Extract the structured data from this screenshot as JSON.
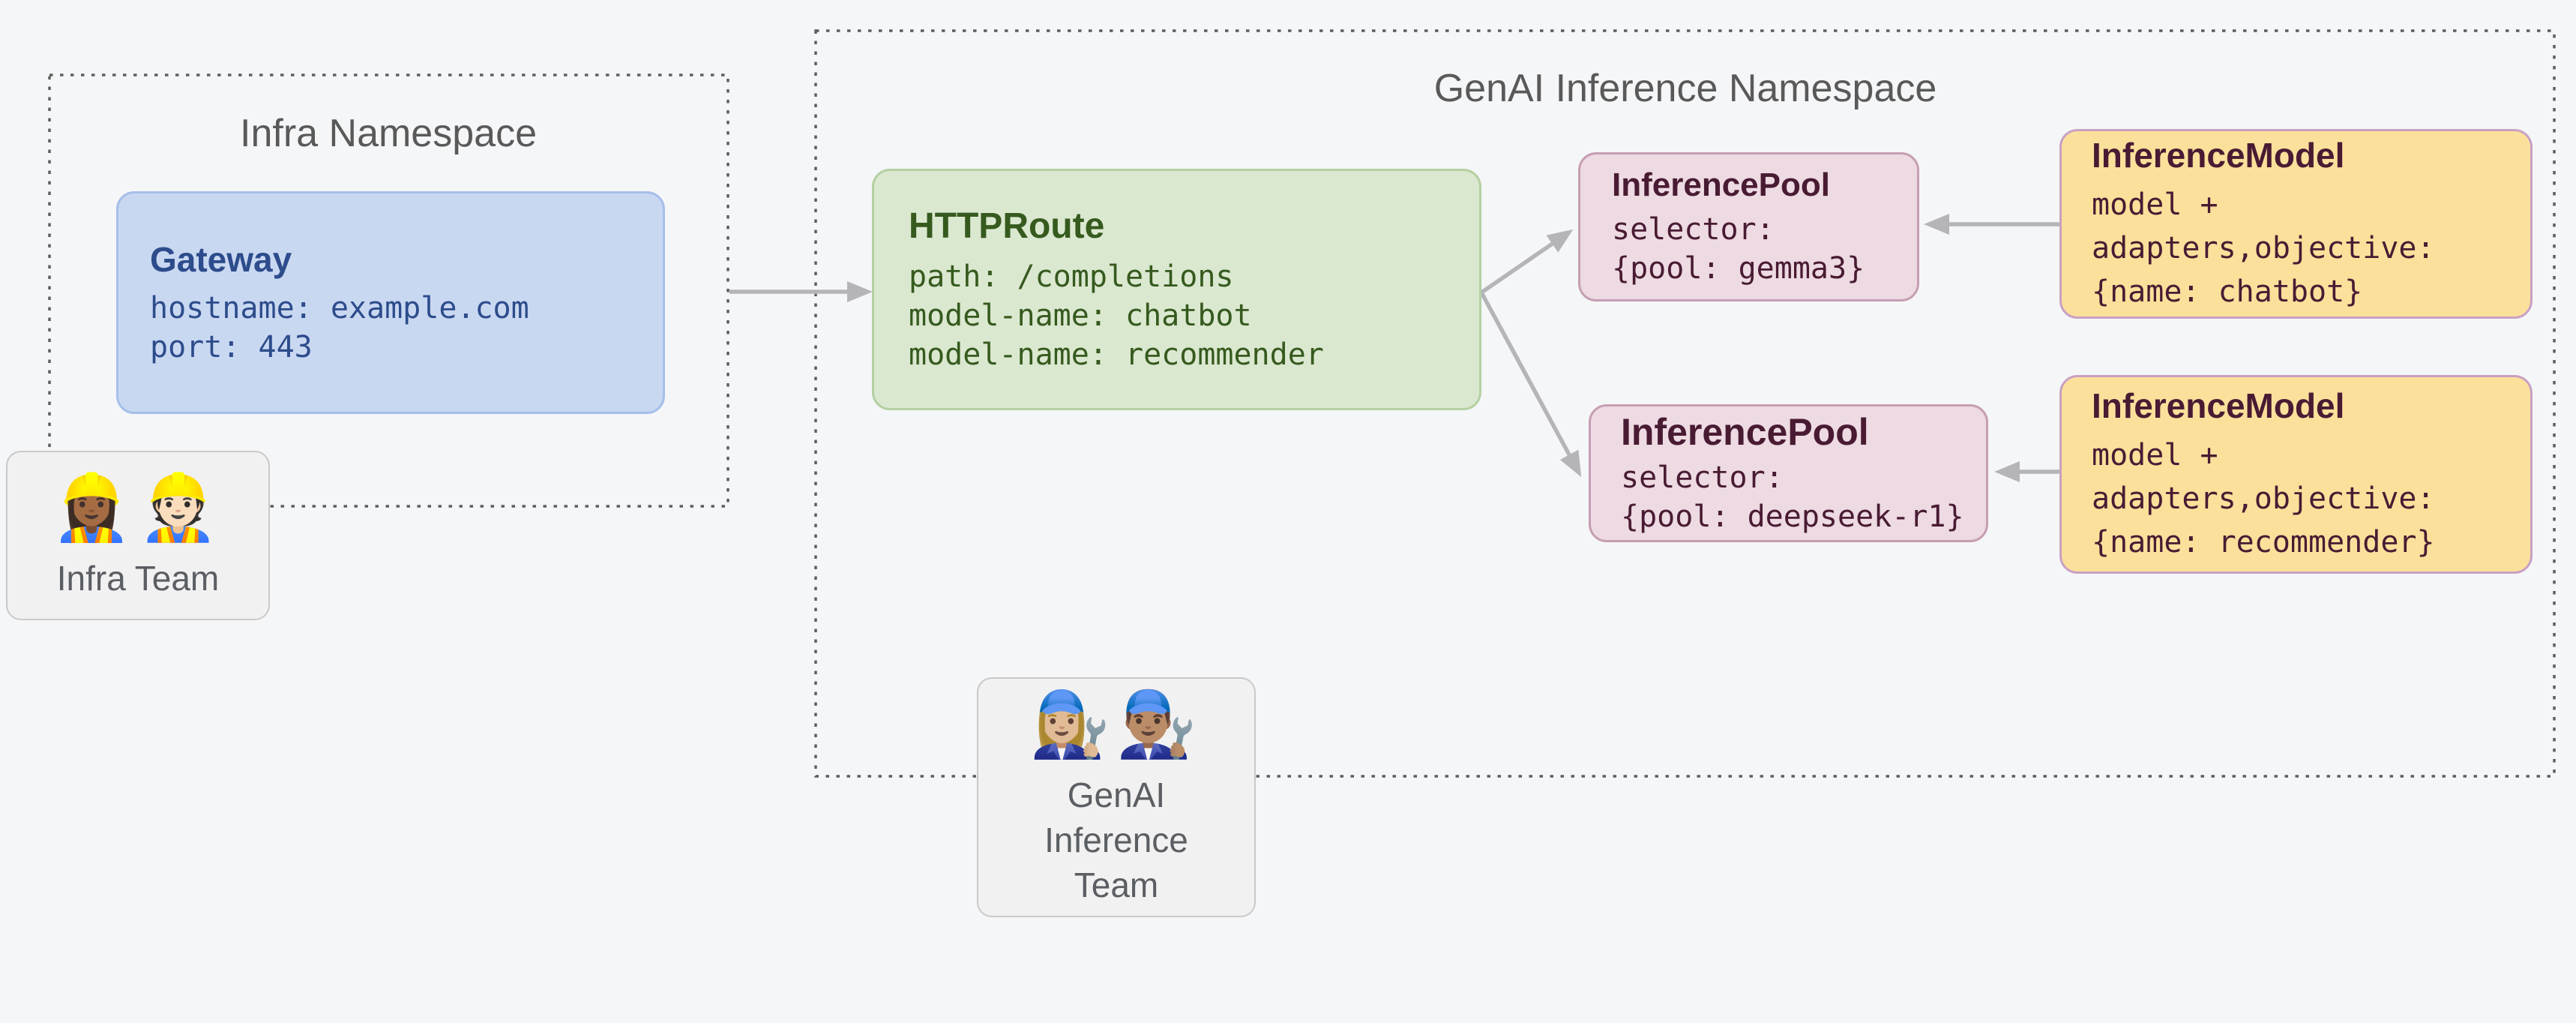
{
  "diagram": {
    "type": "kubernetes-gateway-inference-architecture"
  },
  "namespaces": {
    "infra": {
      "title": "Infra Namespace"
    },
    "genai": {
      "title": "GenAI Inference Namespace"
    }
  },
  "nodes": {
    "gateway": {
      "title": "Gateway",
      "lines": [
        "hostname: example.com",
        "port: 443"
      ]
    },
    "httproute": {
      "title": "HTTPRoute",
      "lines": [
        "path: /completions",
        "model-name: chatbot",
        "model-name: recommender"
      ]
    },
    "pool_top": {
      "title": "InferencePool",
      "lines": [
        "selector:",
        "{pool: gemma3}"
      ]
    },
    "pool_bottom": {
      "title": "InferencePool",
      "lines": [
        "selector:",
        "{pool: deepseek-r1}"
      ]
    },
    "model_top": {
      "title": "InferenceModel",
      "lines": [
        "model +",
        "adapters,objective:",
        "{name: chatbot}"
      ]
    },
    "model_bottom": {
      "title": "InferenceModel",
      "lines": [
        "model +",
        "adapters,objective:",
        "{name: recommender}"
      ]
    }
  },
  "teams": {
    "infra": {
      "emojis": "👷🏾‍♀️👷🏻",
      "label": "Infra Team"
    },
    "genai": {
      "emojis": "👩🏼‍🔧👨🏽‍🔧",
      "label": "GenAI Inference Team",
      "label_lines": [
        "GenAI",
        "Inference",
        "Team"
      ]
    }
  },
  "edges": [
    {
      "from": "Gateway",
      "to": "HTTPRoute"
    },
    {
      "from": "HTTPRoute",
      "to": "InferencePool (gemma3)"
    },
    {
      "from": "HTTPRoute",
      "to": "InferencePool (deepseek-r1)"
    },
    {
      "from": "InferenceModel (chatbot)",
      "to": "InferencePool (gemma3)"
    },
    {
      "from": "InferenceModel (recommender)",
      "to": "InferencePool (deepseek-r1)"
    }
  ],
  "colors": {
    "background": "#f5f6f8",
    "namespace_border": "#5e5e5e",
    "namespace_title": "#595959",
    "arrow": "#b5b5b9",
    "gateway_fill": "#c9d8f1",
    "gateway_border": "#a6bfe9",
    "gateway_text": "#2d4c8c",
    "httproute_fill": "#dbe8d0",
    "httproute_border": "#b4d0a2",
    "httproute_text": "#365a1e",
    "pool_fill": "#eddae2",
    "pool_border": "#c69eb4",
    "pool_text": "#491b33",
    "model_fill": "#fbe09b",
    "model_border": "#c8a1c4",
    "model_text": "#491b33",
    "team_fill": "#f1f1f1",
    "team_border": "#c9c9c9",
    "team_text": "#5b5e62"
  }
}
